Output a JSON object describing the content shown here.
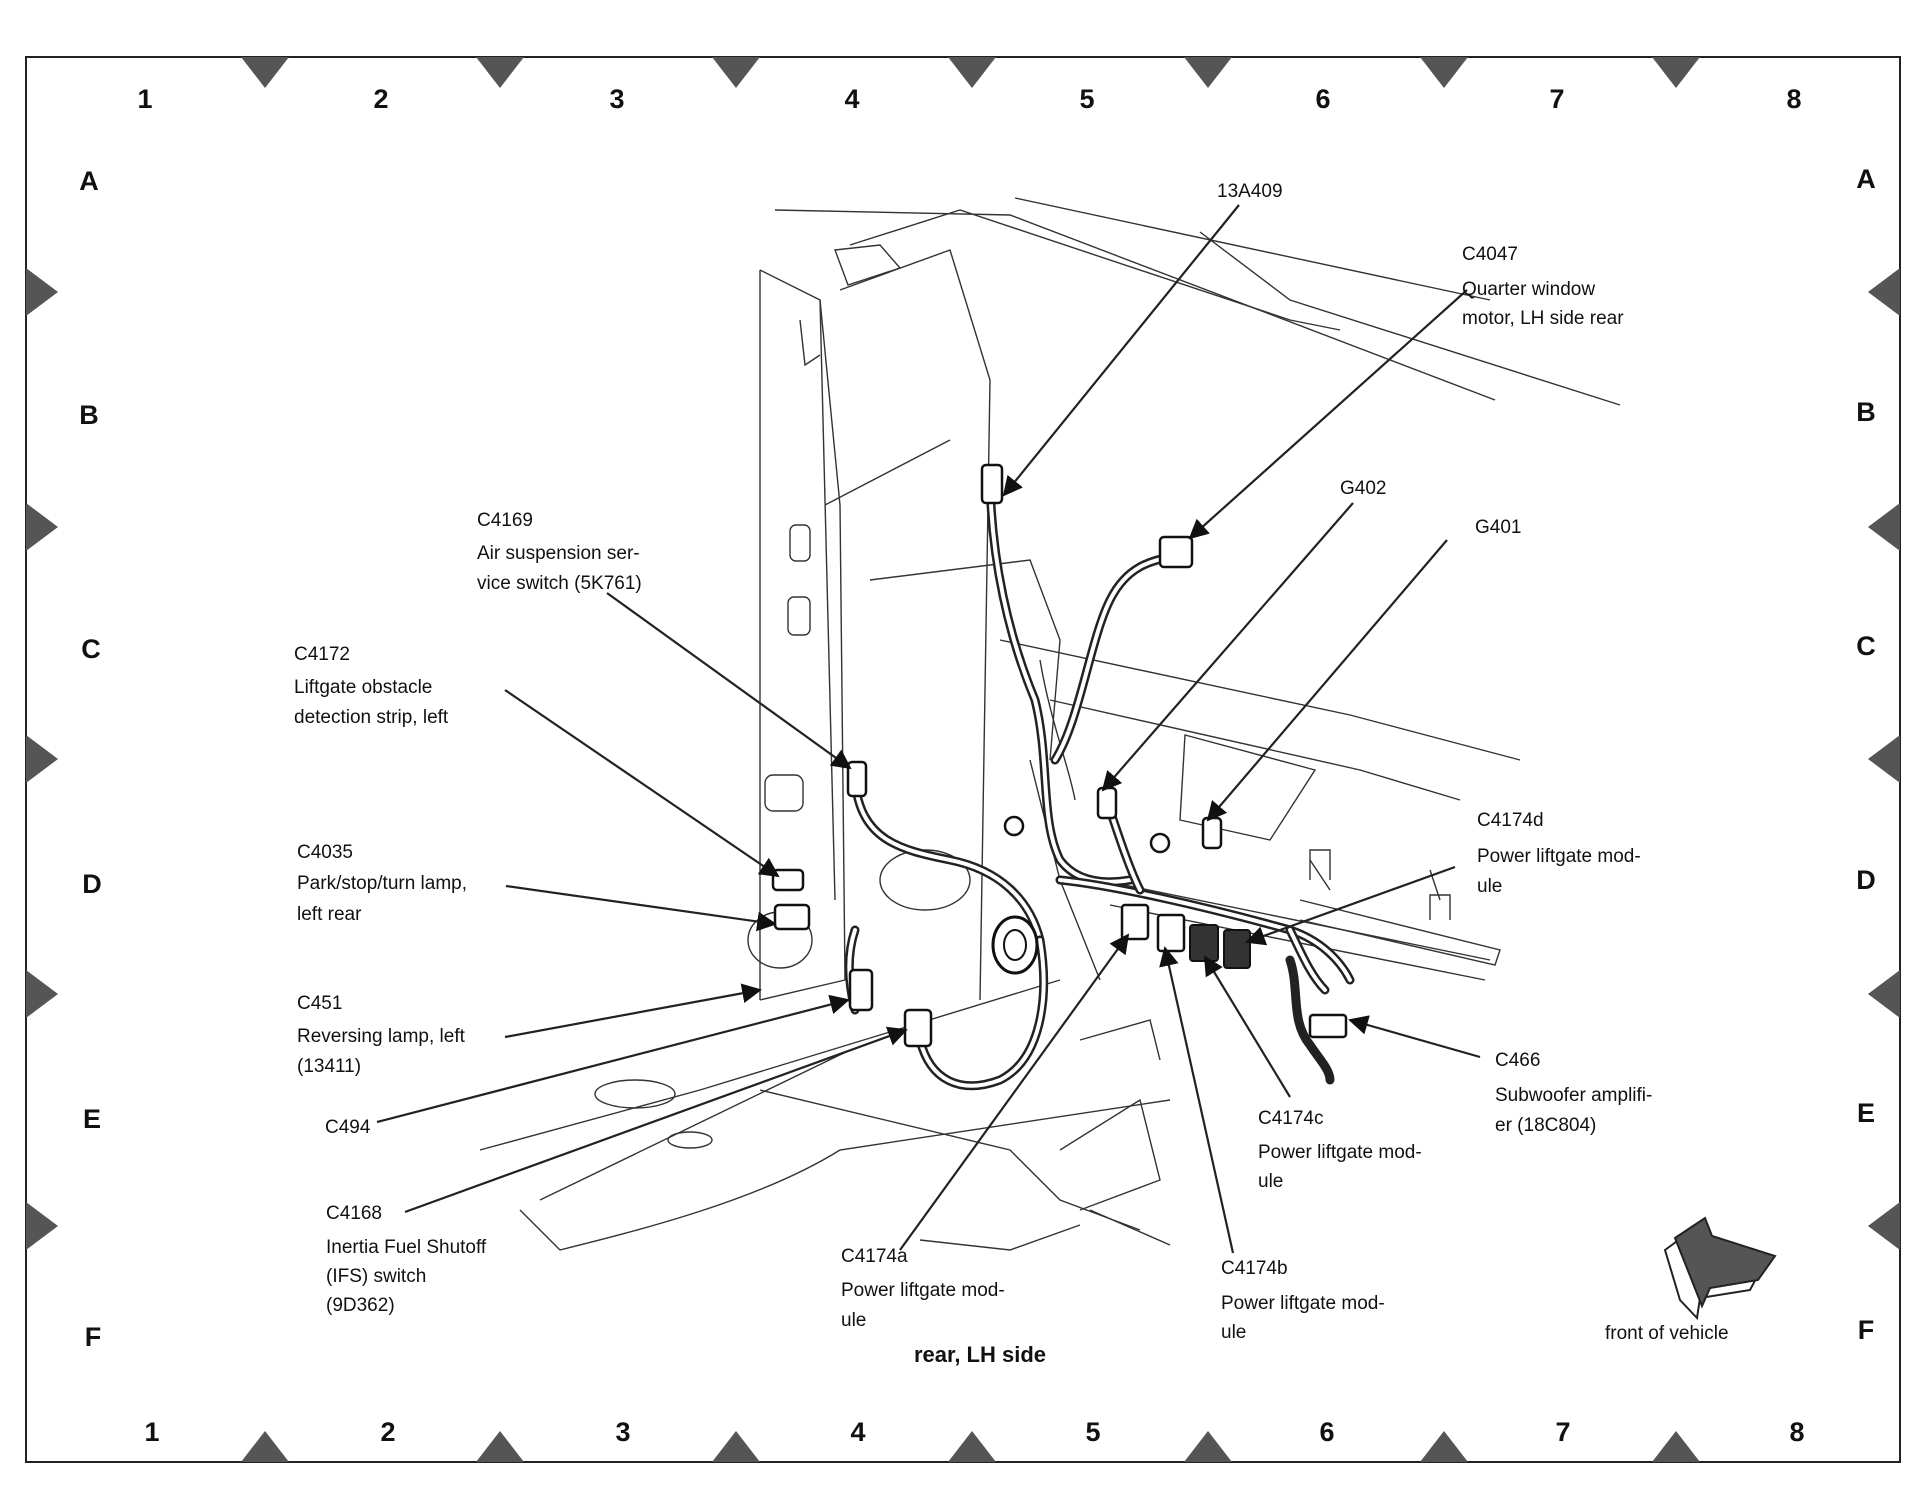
{
  "grid": {
    "columns": [
      "1",
      "2",
      "3",
      "4",
      "5",
      "6",
      "7",
      "8"
    ],
    "rows": [
      "A",
      "B",
      "C",
      "D",
      "E",
      "F"
    ]
  },
  "caption": "rear, LH side",
  "orientation_label": "front of vehicle",
  "callouts": {
    "c13a409": [
      "13A409"
    ],
    "c4047": [
      "C4047",
      "Quarter window",
      "motor, LH side rear"
    ],
    "g402": [
      "G402"
    ],
    "g401": [
      "G401"
    ],
    "c4169": [
      "C4169",
      "Air suspension ser-",
      "vice switch (5K761)"
    ],
    "c4172": [
      "C4172",
      "Liftgate obstacle",
      "detection strip, left"
    ],
    "c4035": [
      "C4035",
      "Park/stop/turn lamp,",
      "left rear"
    ],
    "c451": [
      "C451",
      "Reversing lamp, left",
      "(13411)"
    ],
    "c494": [
      "C494"
    ],
    "c4168": [
      "C4168",
      "Inertia Fuel Shutoff",
      "(IFS) switch",
      "(9D362)"
    ],
    "c4174a": [
      "C4174a",
      "Power liftgate mod-",
      "ule"
    ],
    "c4174b": [
      "C4174b",
      "Power liftgate mod-",
      "ule"
    ],
    "c4174c": [
      "C4174c",
      "Power liftgate mod-",
      "ule"
    ],
    "c4174d": [
      "C4174d",
      "Power liftgate mod-",
      "ule"
    ],
    "c466": [
      "C466",
      "Subwoofer amplifi-",
      "er (18C804)"
    ]
  }
}
